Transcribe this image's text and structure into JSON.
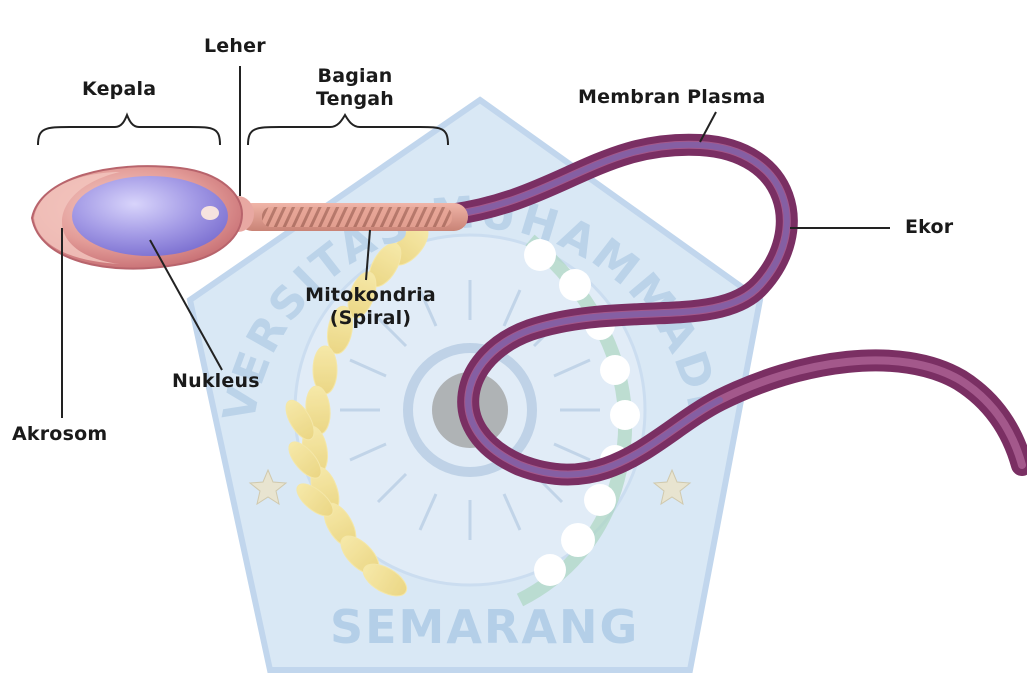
{
  "labels": {
    "kepala": "Kepala",
    "leher": "Leher",
    "bagian_tengah_1": "Bagian",
    "bagian_tengah_2": "Tengah",
    "membran_plasma": "Membran Plasma",
    "ekor": "Ekor",
    "mitokondria_1": "Mitokondria",
    "mitokondria_2": "(Spiral)",
    "nukleus": "Nukleus",
    "akrosom": "Akrosom"
  },
  "watermark": {
    "arc_text": "UNIVERSITAS MUHAMMADIYAH",
    "bottom_text": "SEMARANG",
    "color": "#a9c9e6"
  },
  "colors": {
    "head": "#e9a9a6",
    "nucleus": "#a89ee8",
    "tail": "#8a3f72",
    "line": "#222222"
  }
}
